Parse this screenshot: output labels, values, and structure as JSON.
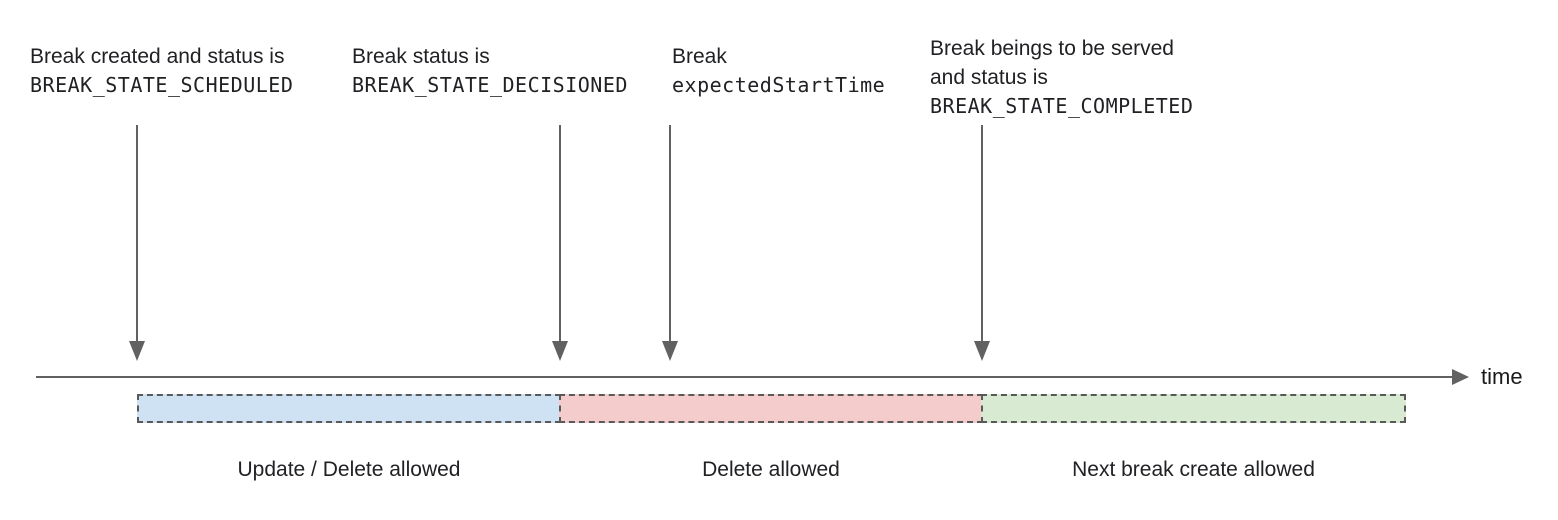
{
  "diagram": {
    "annotations": [
      {
        "line1": "Break created and status is",
        "line2": "BREAK_STATE_SCHEDULED"
      },
      {
        "line1": "Break status is",
        "line2": "BREAK_STATE_DECISIONED"
      },
      {
        "line1": "Break",
        "line2": "expectedStartTime"
      },
      {
        "line1": "Break beings to be served",
        "line2": "and status is",
        "line3": "BREAK_STATE_COMPLETED"
      }
    ],
    "timeline": {
      "axis_label": "time"
    },
    "segments": [
      {
        "label": "Update / Delete allowed",
        "color": "#cfe2f3"
      },
      {
        "label": "Delete allowed",
        "color": "#f4cccc"
      },
      {
        "label": "Next break create allowed",
        "color": "#d9ead3"
      }
    ],
    "colors": {
      "arrow": "#616161",
      "segment_border": "#595959",
      "text": "#202124"
    }
  }
}
